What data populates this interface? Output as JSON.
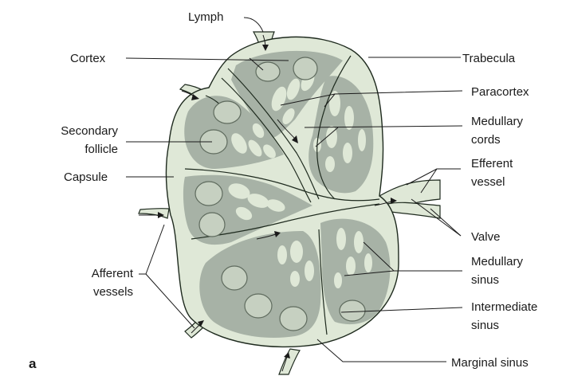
{
  "figure": {
    "panel_letter": "a",
    "labels": {
      "lymph": "Lymph",
      "cortex": "Cortex",
      "trabecula": "Trabecula",
      "paracortex": "Paracortex",
      "medullary_cords_1": "Medullary",
      "medullary_cords_2": "cords",
      "secondary_follicle_1": "Secondary",
      "secondary_follicle_2": "follicle",
      "efferent_vessel_1": "Efferent",
      "efferent_vessel_2": "vessel",
      "capsule": "Capsule",
      "valve": "Valve",
      "afferent_vessels_1": "Afferent",
      "afferent_vessels_2": "vessels",
      "medullary_sinus_1": "Medullary",
      "medullary_sinus_2": "sinus",
      "intermediate_sinus_1": "Intermediate",
      "intermediate_sinus_2": "sinus",
      "marginal_sinus": "Marginal sinus"
    }
  }
}
